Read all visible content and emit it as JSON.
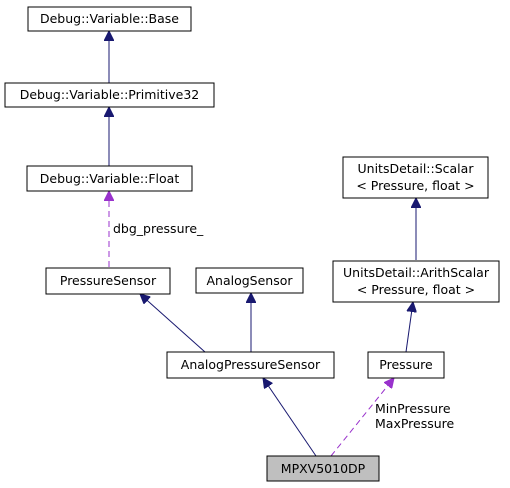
{
  "colors": {
    "inheritance": "#191970",
    "usage": "#9932cc",
    "current_fill": "#bfbfbf",
    "node_fill": "#ffffff",
    "node_border": "#000000"
  },
  "nodes": {
    "base": {
      "label": "Debug::Variable::Base"
    },
    "primitive32": {
      "label": "Debug::Variable::Primitive32"
    },
    "float": {
      "label": "Debug::Variable::Float"
    },
    "pressure_sensor": {
      "label": "PressureSensor"
    },
    "analog_sensor": {
      "label": "AnalogSensor"
    },
    "analog_pressure_sensor": {
      "label": "AnalogPressureSensor"
    },
    "mpxv": {
      "label": "MPXV5010DP"
    },
    "scalar": {
      "lines": [
        "UnitsDetail::Scalar",
        "< Pressure, float >"
      ]
    },
    "arith_scalar": {
      "lines": [
        "UnitsDetail::ArithScalar",
        "< Pressure, float >"
      ]
    },
    "pressure": {
      "label": "Pressure"
    }
  },
  "edge_labels": {
    "dbg_pressure": "dbg_pressure_",
    "min_pressure": "MinPressure",
    "max_pressure": "MaxPressure"
  }
}
